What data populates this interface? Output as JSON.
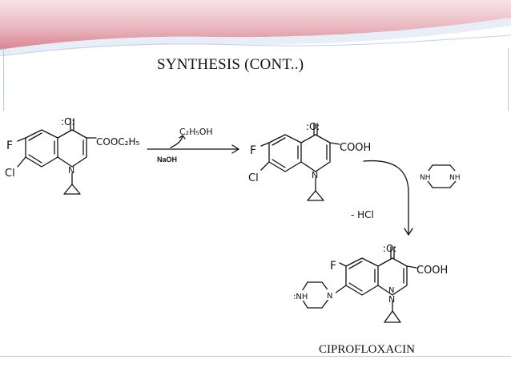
{
  "slide": {
    "title": "SYNTHESIS (CONT..)",
    "product_name": "CIPROFLOXACIN",
    "colors": {
      "header_top": "#f6dde3",
      "header_band": "#d98894",
      "header_light": "#eef3fa",
      "frame": "#b8c7dd"
    }
  },
  "scheme": {
    "reactant": {
      "o_label": ":O:",
      "ester": "COOC₂H₅",
      "f": "F",
      "cl": "Cl",
      "n": "N"
    },
    "step1": {
      "above_arrow": "C₂H₅OH",
      "below_arrow": "NaOH"
    },
    "intermediate": {
      "o_label": ":O:",
      "acid": "COOH",
      "f": "F",
      "cl": "Cl",
      "n": "N"
    },
    "step2": {
      "piperazine_nh_left": "NH",
      "piperazine_nh_right": "NH",
      "byproduct": "- HCl"
    },
    "product": {
      "o_label": ":O:",
      "acid": "COOH",
      "f": "F",
      "nh": ":NH",
      "n_lone": "N",
      "n_ring": "N",
      "n": "N"
    }
  }
}
